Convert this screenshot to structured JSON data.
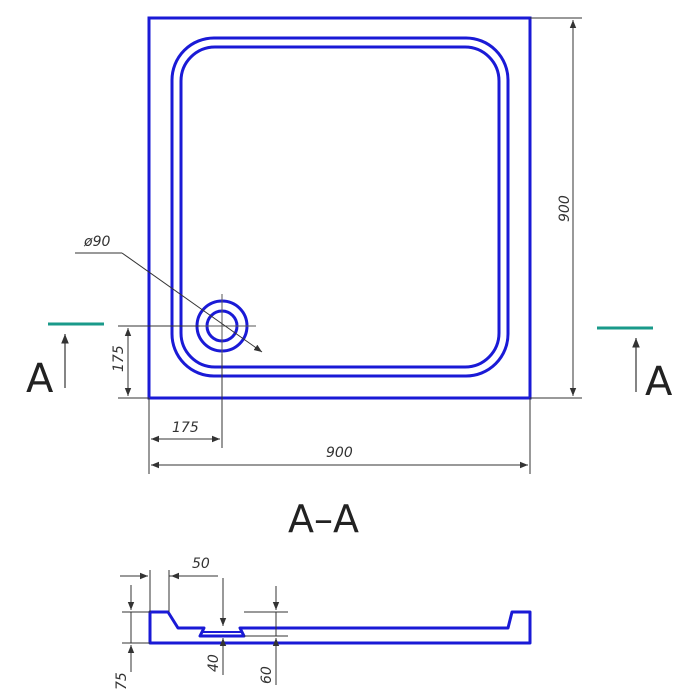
{
  "colors": {
    "outline": "#1a1ad6",
    "dimension": "#333333",
    "section_marker": "#1a9a8a",
    "background": "#ffffff"
  },
  "dimensions": {
    "top_width": "900",
    "top_height": "900",
    "drain_diameter": "ø90",
    "drain_offset_x": "175",
    "drain_offset_y": "175",
    "section_depth_50": "50",
    "section_height_75": "75",
    "section_height_40": "40",
    "section_height_60": "60"
  },
  "section": {
    "left_label": "A",
    "right_label": "A",
    "title": "A–A"
  }
}
